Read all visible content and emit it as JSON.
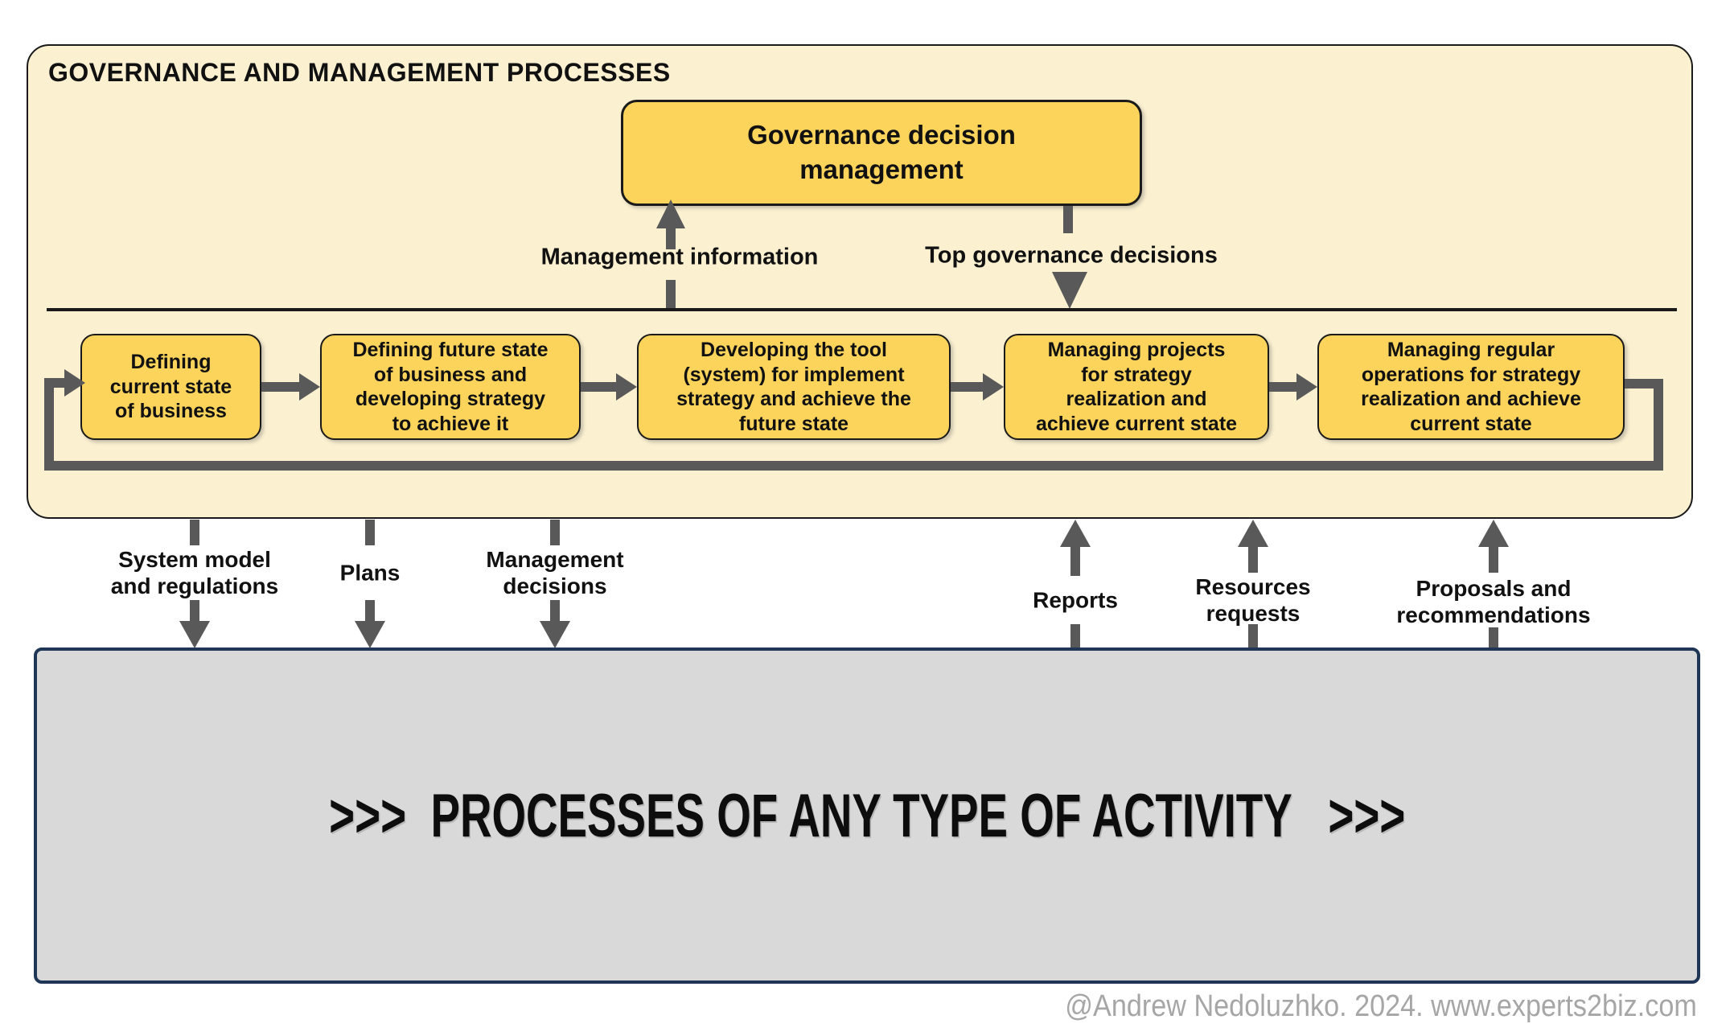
{
  "colors": {
    "panel_fill": "#FBF0D0",
    "box_fill": "#FCD45B",
    "box_border": "#1a1a1a",
    "arrow_gray": "#595959",
    "activity_fill": "#D9D9D9",
    "activity_border": "#1F3656",
    "footer_text": "#A6A6A6"
  },
  "panel": {
    "title": "GOVERNANCE AND MANAGEMENT PROCESSES",
    "governance_box": {
      "label": "Governance decision\nmanagement"
    },
    "flows": {
      "up": {
        "label": "Management information"
      },
      "down": {
        "label": "Top governance decisions"
      }
    },
    "process_boxes": [
      {
        "label": "Defining\ncurrent state\nof business"
      },
      {
        "label": "Defining future state\nof business and\ndeveloping strategy\nto achieve it"
      },
      {
        "label": "Developing the tool\n(system) for implement\nstrategy and achieve the\nfuture state"
      },
      {
        "label": "Managing projects\nfor strategy\nrealization  and\nachieve current state"
      },
      {
        "label": "Managing regular\noperations for strategy\nrealization  and achieve\ncurrent state"
      }
    ]
  },
  "exchange": {
    "downward": [
      {
        "label": "System model\nand regulations"
      },
      {
        "label": "Plans"
      },
      {
        "label": "Management\ndecisions"
      }
    ],
    "upward": [
      {
        "label": "Reports"
      },
      {
        "label": "Resources\nrequests"
      },
      {
        "label": "Proposals and\nrecommendations"
      }
    ]
  },
  "activity_box": {
    "label": ">>>  PROCESSES OF ANY TYPE OF ACTIVITY   >>>"
  },
  "footer": {
    "credit": "@Andrew Nedoluzhko. 2024. www.experts2biz.com"
  }
}
